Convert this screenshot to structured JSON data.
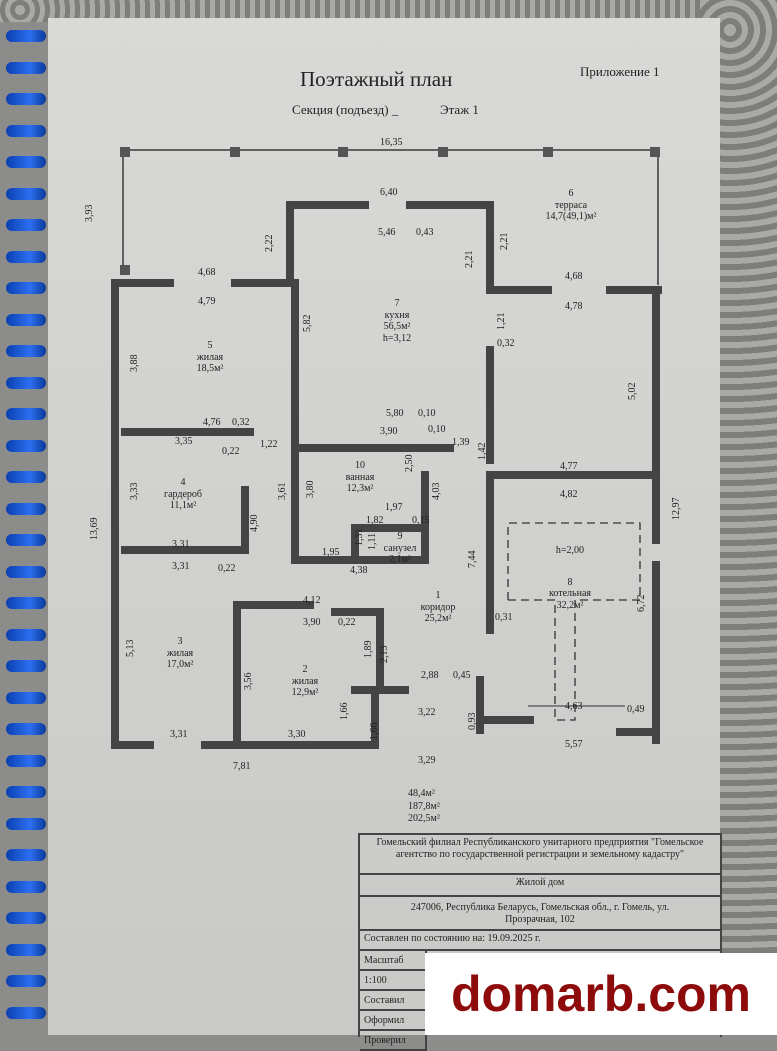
{
  "header": {
    "title": "Поэтажный план",
    "appendix": "Приложение 1",
    "section": "Секция (подъезд) _",
    "floor": "Этаж 1"
  },
  "rooms": [
    {
      "num": "1",
      "name": "коридор",
      "area": "25,2м²"
    },
    {
      "num": "2",
      "name": "жилая",
      "area": "12,9м²"
    },
    {
      "num": "3",
      "name": "жилая",
      "area": "17,0м²"
    },
    {
      "num": "4",
      "name": "гардероб",
      "area": "11,1м²"
    },
    {
      "num": "5",
      "name": "жилая",
      "area": "18,5м²"
    },
    {
      "num": "6",
      "name": "терраса",
      "area": "14,7(49,1)м²"
    },
    {
      "num": "7",
      "name": "кухня",
      "area": "56,5м²",
      "height": "h=3,12"
    },
    {
      "num": "8",
      "name": "котельная",
      "area": "32,2м²",
      "height": "h=2,00"
    },
    {
      "num": "9",
      "name": "санузел",
      "area": "2,1м²"
    },
    {
      "num": "10",
      "name": "ванная",
      "area": "12,3м²"
    }
  ],
  "dims": [
    "16,35",
    "3,93",
    "6,40",
    "5,46",
    "0,43",
    "2,22",
    "2,21",
    "2,21",
    "4,68",
    "4,79",
    "4,68",
    "4,78",
    "5,82",
    "1,21",
    "0,32",
    "3,88",
    "5,02",
    "4,76",
    "0,32",
    "3,35",
    "0,22",
    "1,22",
    "5,80",
    "0,10",
    "3,90",
    "0,10",
    "1,39",
    "1,42",
    "4,77",
    "4,82",
    "12,97",
    "13,69",
    "3,33",
    "3,61",
    "3,80",
    "2,50",
    "4,03",
    "1,97",
    "1,82",
    "0,15",
    "1,31",
    "1,11",
    "4,90",
    "3,31",
    "3,31",
    "0,22",
    "1,95",
    "4,38",
    "7,44",
    "6,72",
    "4,12",
    "3,90",
    "0,22",
    "1,89",
    "2,13",
    "0,31",
    "5,13",
    "3,56",
    "2,88",
    "0,45",
    "1,66",
    "1,66",
    "3,22",
    "0,93",
    "4,63",
    "0,49",
    "3,31",
    "3,30",
    "7,81",
    "3,29",
    "5,57"
  ],
  "totals": [
    "48,4м²",
    "187,8м²",
    "202,5м²"
  ],
  "stamp": {
    "org": "Гомельский филиал Республиканского унитарного предприятия \"Гомельское агентство по государственной регистрации и земельному кадастру\"",
    "object": "Жилой дом",
    "address": "247006, Республика Беларусь, Гомельская обл., г. Гомель, ул. Прозрачная, 102",
    "date": "Составлен по состоянию на: 19.09.2025 г.",
    "labels": [
      "Масштаб",
      "1:100",
      "Составил",
      "Оформил",
      "Проверил"
    ]
  },
  "watermark": "domarb.com"
}
